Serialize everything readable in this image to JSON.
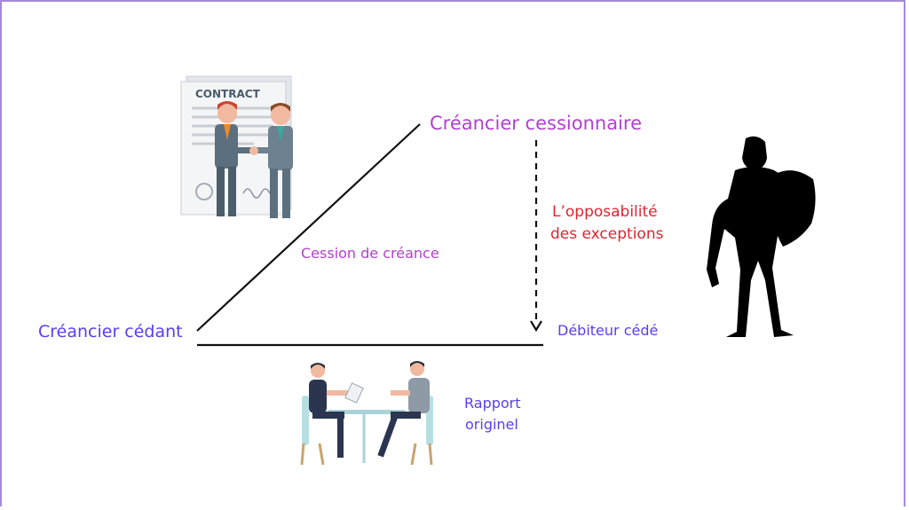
{
  "labels": {
    "creditor_assignee": "Créancier cessionnaire",
    "creditor_assignor": "Créancier cédant",
    "assignment": "Cession de créance",
    "debtor": "Débiteur cédé",
    "exceptions_line1": "L’opposabilité",
    "exceptions_line2": "des exceptions",
    "original_line1": "Rapport",
    "original_line2": "originel"
  },
  "contract_illustration": {
    "document_title": "CONTRACT"
  },
  "colors": {
    "blue": "#5b3df0",
    "purple": "#b23fd0",
    "red": "#e2242e",
    "line": "#111111"
  }
}
